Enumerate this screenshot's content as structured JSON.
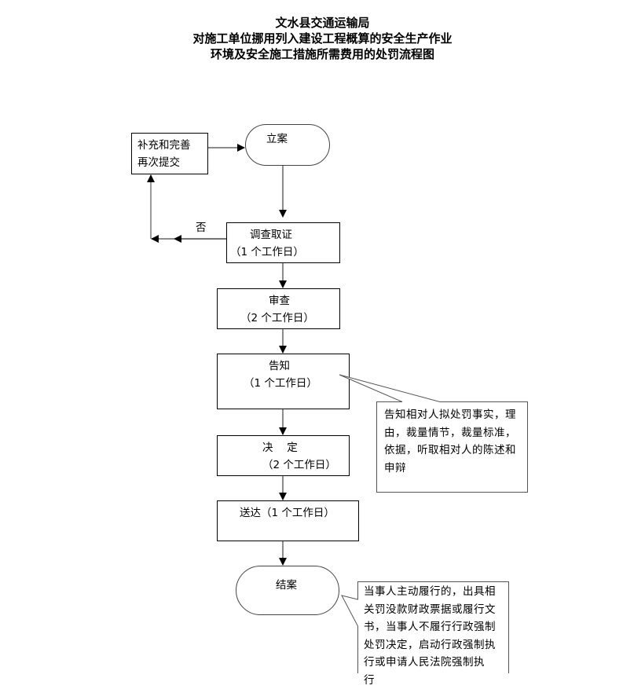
{
  "title": {
    "line1": "文水县交通运输局",
    "line2": "对施工单位挪用列入建设工程概算的安全生产作业",
    "line3": "环境及安全施工措施所需费用的处罚流程图"
  },
  "nodes": {
    "resubmit": {
      "line1": "补充和完善",
      "line2": "再次提交"
    },
    "file_case": {
      "label": "立案"
    },
    "investigate": {
      "label": "调查取证",
      "duration": "（1 个工作日）"
    },
    "review": {
      "label": "审查",
      "duration": "（2 个工作日）"
    },
    "notify": {
      "label": "告知",
      "duration": "（1 个工作日）"
    },
    "decide": {
      "label": "决　 定",
      "duration": "（2 个工作日）"
    },
    "deliver": {
      "label": "送达（1 个工作日）"
    },
    "close_case": {
      "label": "结案"
    }
  },
  "edges": {
    "no_label": "否"
  },
  "callouts": {
    "notify_note": {
      "lines": [
        "告知相对人拟处罚事实，理",
        "由，裁量情节，裁量标准，",
        "依据，听取相对人的陈述和",
        "申辩"
      ]
    },
    "close_note": {
      "lines": [
        "当事人主动履行的，出具相",
        "关罚没款财政票据或履行文",
        "书，当事人不履行行政强制",
        "处罚决定，启动行政强制执",
        "行或申请人民法院强制执",
        "行"
      ]
    }
  }
}
